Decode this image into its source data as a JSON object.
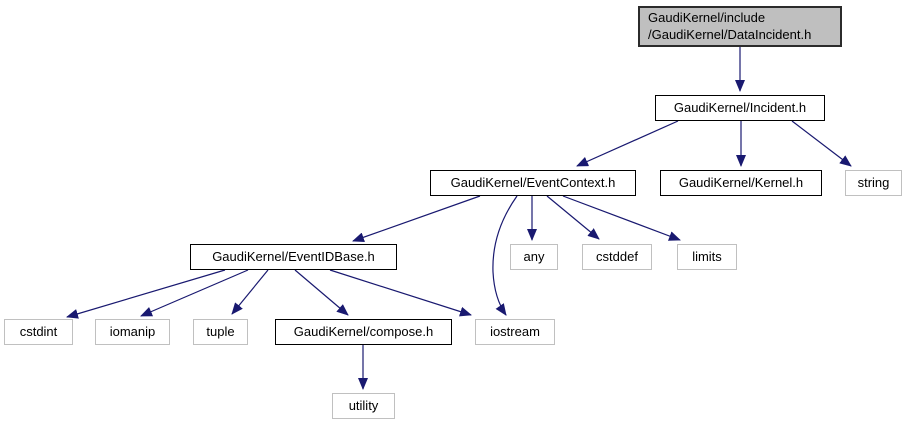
{
  "diagram": {
    "type": "include-dependency-graph",
    "colors": {
      "background": "#ffffff",
      "edge": "#191970",
      "root_fill": "#bfbfbf",
      "linked_node_border": "#000000",
      "system_node_border": "#c0c0c0",
      "text": "#000000"
    },
    "nodes": {
      "root": {
        "line1": "GaudiKernel/include",
        "line2": "/GaudiKernel/DataIncident.h"
      },
      "incident": {
        "label": "GaudiKernel/Incident.h"
      },
      "eventcontext": {
        "label": "GaudiKernel/EventContext.h"
      },
      "kernel": {
        "label": "GaudiKernel/Kernel.h"
      },
      "string": {
        "label": "string"
      },
      "eventidbase": {
        "label": "GaudiKernel/EventIDBase.h"
      },
      "any": {
        "label": "any"
      },
      "cstddef": {
        "label": "cstddef"
      },
      "limits": {
        "label": "limits"
      },
      "cstdint": {
        "label": "cstdint"
      },
      "iomanip": {
        "label": "iomanip"
      },
      "tuple": {
        "label": "tuple"
      },
      "compose": {
        "label": "GaudiKernel/compose.h"
      },
      "iostream": {
        "label": "iostream"
      },
      "utility": {
        "label": "utility"
      }
    },
    "edges": [
      {
        "from": "GaudiKernel/include/GaudiKernel/DataIncident.h",
        "to": "GaudiKernel/Incident.h"
      },
      {
        "from": "GaudiKernel/Incident.h",
        "to": "GaudiKernel/EventContext.h"
      },
      {
        "from": "GaudiKernel/Incident.h",
        "to": "GaudiKernel/Kernel.h"
      },
      {
        "from": "GaudiKernel/Incident.h",
        "to": "string"
      },
      {
        "from": "GaudiKernel/EventContext.h",
        "to": "GaudiKernel/EventIDBase.h"
      },
      {
        "from": "GaudiKernel/EventContext.h",
        "to": "any"
      },
      {
        "from": "GaudiKernel/EventContext.h",
        "to": "cstddef"
      },
      {
        "from": "GaudiKernel/EventContext.h",
        "to": "limits"
      },
      {
        "from": "GaudiKernel/EventContext.h",
        "to": "iostream"
      },
      {
        "from": "GaudiKernel/EventIDBase.h",
        "to": "cstdint"
      },
      {
        "from": "GaudiKernel/EventIDBase.h",
        "to": "iomanip"
      },
      {
        "from": "GaudiKernel/EventIDBase.h",
        "to": "tuple"
      },
      {
        "from": "GaudiKernel/EventIDBase.h",
        "to": "GaudiKernel/compose.h"
      },
      {
        "from": "GaudiKernel/EventIDBase.h",
        "to": "iostream"
      },
      {
        "from": "GaudiKernel/compose.h",
        "to": "utility"
      }
    ]
  }
}
